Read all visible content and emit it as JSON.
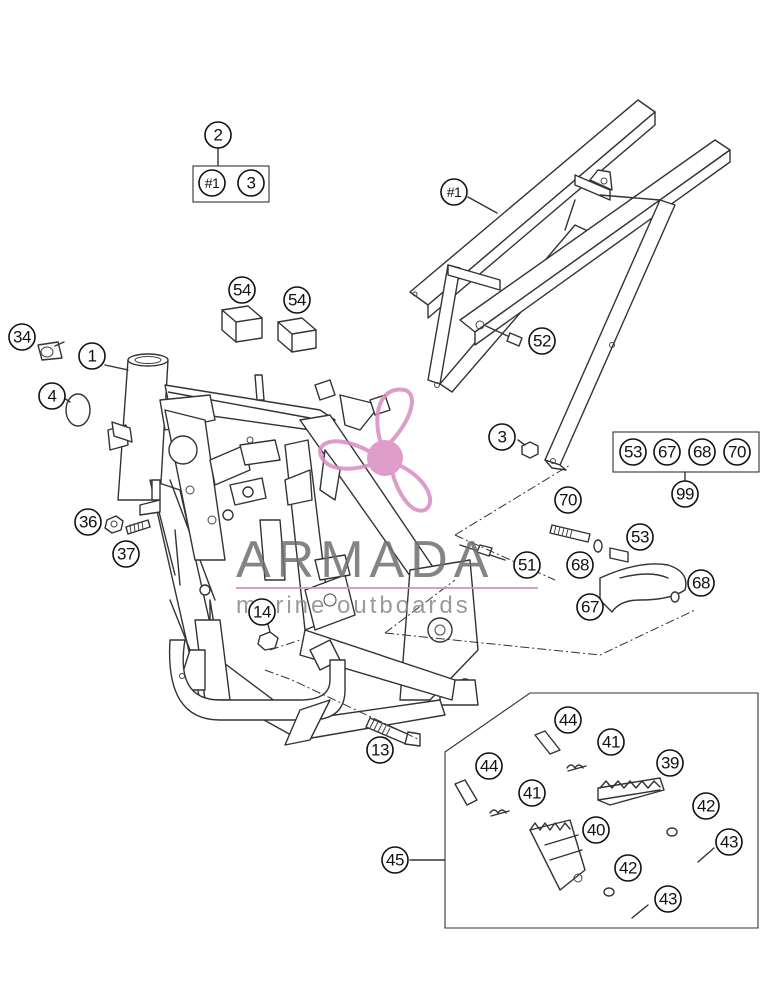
{
  "callouts": {
    "c2": "2",
    "c2_1": "#1",
    "c3a": "3",
    "c1hash": "#1",
    "c54a": "54",
    "c54b": "54",
    "c34": "34",
    "c1": "1",
    "c4": "4",
    "c52": "52",
    "c3b": "3",
    "c53a": "53",
    "c67a": "67",
    "c68a": "68",
    "c70a": "70",
    "c99": "99",
    "c70b": "70",
    "c53b": "53",
    "c36": "36",
    "c37": "37",
    "c51": "51",
    "c68b": "68",
    "c68c": "68",
    "c67b": "67",
    "c14": "14",
    "c13": "13",
    "c44a": "44",
    "c41a": "41",
    "c39": "39",
    "c44b": "44",
    "c41b": "41",
    "c42a": "42",
    "c40": "40",
    "c43a": "43",
    "c45": "45",
    "c42b": "42",
    "c43b": "43"
  },
  "watermark": {
    "title": "ARMADA",
    "subtitle": "marine outboards",
    "color": "#d98bc0"
  },
  "icons": [
    "armada-propeller-logo"
  ]
}
